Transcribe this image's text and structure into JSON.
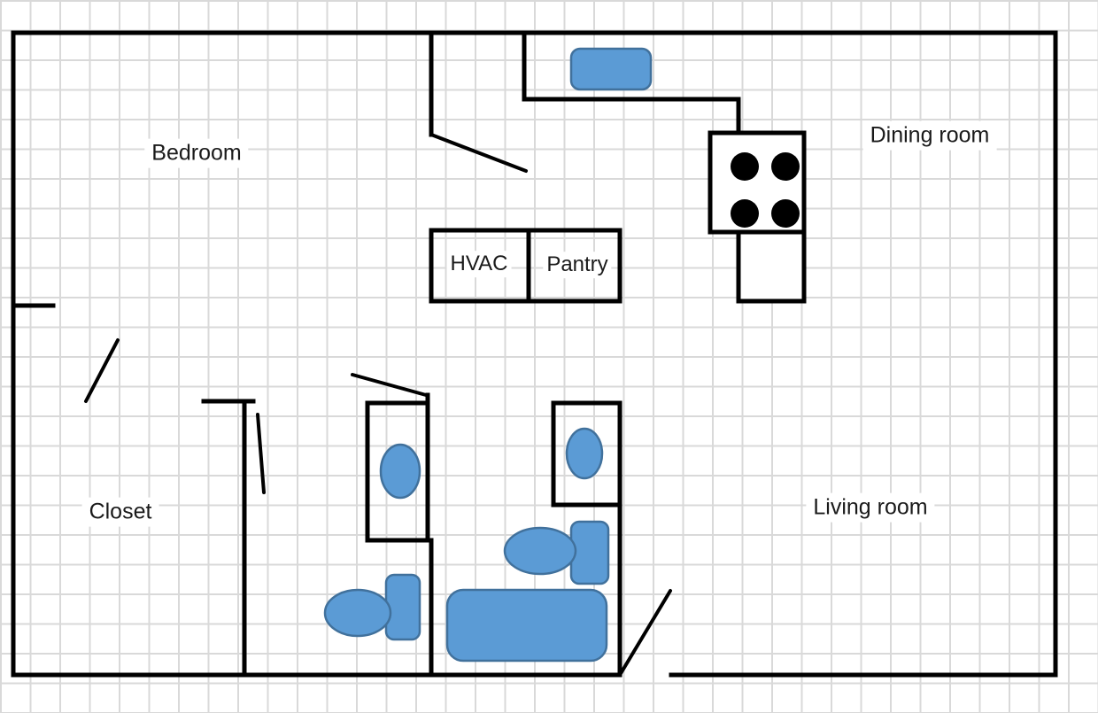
{
  "rooms": [
    {
      "name": "bedroom",
      "label": "Bedroom"
    },
    {
      "name": "dining-room",
      "label": "Dining room"
    },
    {
      "name": "hvac",
      "label": "HVAC"
    },
    {
      "name": "pantry",
      "label": "Pantry"
    },
    {
      "name": "closet",
      "label": "Closet"
    },
    {
      "name": "living-room",
      "label": "Living room"
    }
  ],
  "fixtures": [
    {
      "name": "kitchen-sink",
      "type": "sink"
    },
    {
      "name": "stove",
      "type": "cooktop",
      "burners": 4
    },
    {
      "name": "toilet-hall-bathroom",
      "type": "toilet"
    },
    {
      "name": "toilet-main-bathroom",
      "type": "toilet"
    },
    {
      "name": "bathroom-sink",
      "type": "sink"
    },
    {
      "name": "toilet-corner-bathroom",
      "type": "toilet"
    },
    {
      "name": "bathtub",
      "type": "bathtub"
    }
  ],
  "colors": {
    "wall": "#000000",
    "fixture_fill": "#5b9bd5",
    "fixture_stroke": "#41719c",
    "burner": "#000000",
    "grid": "#d9d9d9",
    "background": "#ffffff",
    "label_text": "#1a1a1a"
  }
}
